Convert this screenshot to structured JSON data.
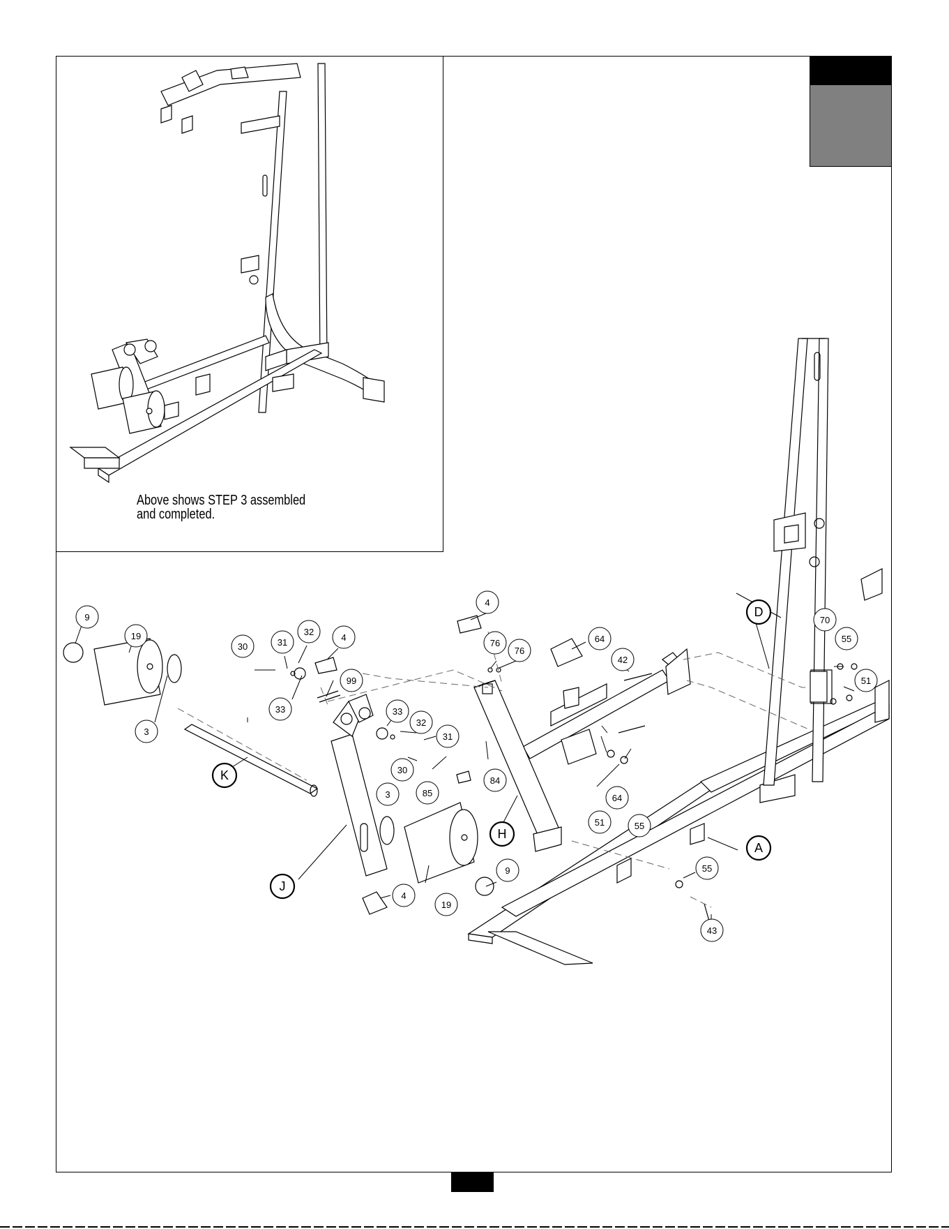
{
  "inset": {
    "caption_line1": "Above shows STEP 3 assembled",
    "caption_line2": "and completed."
  },
  "parts": [
    "9",
    "19",
    "3",
    "30",
    "31",
    "32",
    "4",
    "99",
    "33",
    "33",
    "32",
    "31",
    "30",
    "4",
    "76",
    "76",
    "64",
    "42",
    "70",
    "55",
    "51",
    "85",
    "84",
    "64",
    "51",
    "55",
    "55",
    "43",
    "3",
    "19",
    "9",
    "4"
  ],
  "assemblies": [
    "K",
    "J",
    "H",
    "D",
    "A"
  ]
}
